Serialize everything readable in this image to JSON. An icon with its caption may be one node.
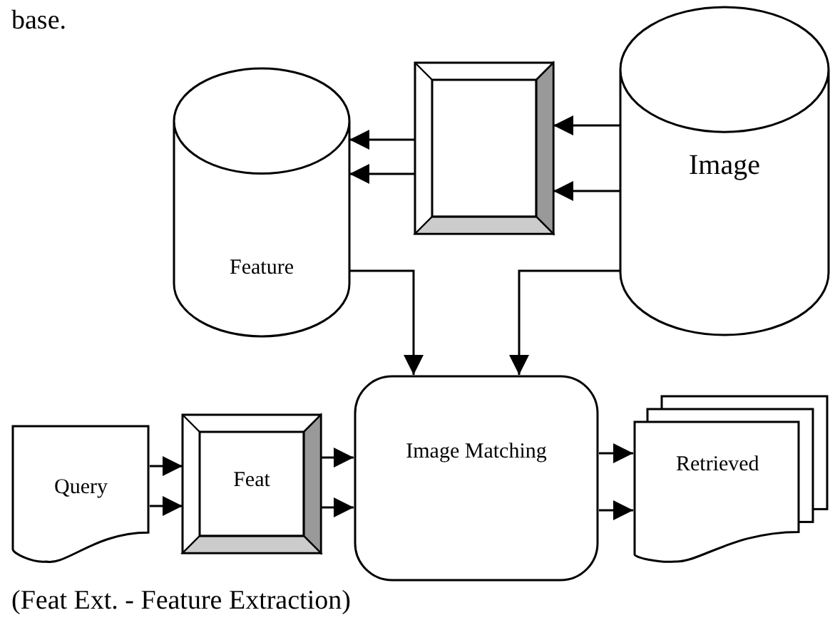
{
  "diagram": {
    "nodes": [
      {
        "text": [
          "Feature"
        ]
      },
      {
        "text": [],
        "shape": "box"
      },
      {
        "text": [
          "Image"
        ]
      },
      {
        "text": [
          "Query"
        ]
      },
      {
        "text": [
          "Feat"
        ]
      },
      {
        "text": [
          "Image Matching"
        ]
      },
      {
        "text": [
          "Retrieved"
        ]
      }
    ],
    "edges": [
      {
        "from": 2,
        "to": 1,
        "arrow": "to"
      },
      {
        "from": 2,
        "to": 1,
        "arrow": "to"
      },
      {
        "from": 1,
        "to": 0,
        "arrow": "to"
      },
      {
        "from": 1,
        "to": 0,
        "arrow": "to"
      },
      {
        "from": 0,
        "to": 5,
        "arrow": "to"
      },
      {
        "from": 2,
        "to": 5,
        "arrow": "to"
      },
      {
        "from": 3,
        "to": 4,
        "arrow": "to"
      },
      {
        "from": 3,
        "to": 4,
        "arrow": "to"
      },
      {
        "from": 4,
        "to": 5,
        "arrow": "to"
      },
      {
        "from": 4,
        "to": 5,
        "arrow": "to"
      },
      {
        "from": 5,
        "to": 6,
        "arrow": "to"
      },
      {
        "from": 5,
        "to": 6,
        "arrow": "to"
      }
    ],
    "labels": [
      "base.",
      "(Feat Ext. - Feature Extraction)"
    ]
  }
}
